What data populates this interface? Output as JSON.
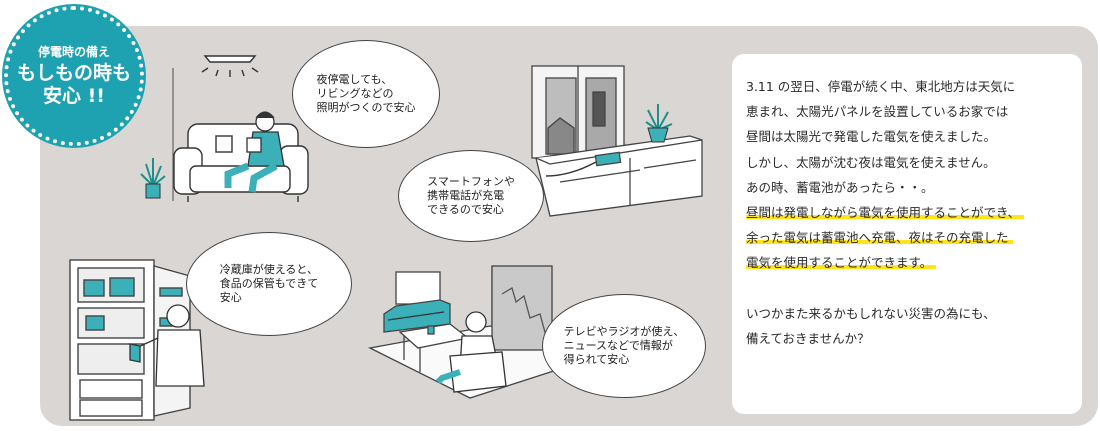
{
  "badge": {
    "line1": "停電時の備え",
    "line2": "もしもの時も",
    "line3": "安心 !!"
  },
  "bubbles": {
    "light": "夜停電しても、\nリビングなどの\n照明がつくので安心",
    "phone": "スマートフォンや\n携帯電話が充電\nできるので安心",
    "fridge": "冷蔵庫が使えると、\n食品の保管もできて\n安心",
    "tv": "テレビやラジオが使え、\nニュースなどで情報が\n得られて安心"
  },
  "text": {
    "lines": [
      "3.11 の翌日、停電が続く中、東北地方は天気に",
      "恵まれ、太陽光パネルを設置しているお家では",
      "昼間は太陽光で発電した電気を使えました。",
      "しかし、太陽が沈む夜は電気を使えません。",
      "あの時、蓄電池があったら・・。"
    ],
    "highlight": [
      "昼間は発電しながら電気を使用することができ、",
      "余った電気は蓄電池へ充電、夜はその充電した",
      "電気を使用することができます。"
    ],
    "closing": [
      "いつかまた来るかもしれない災害の為にも、",
      "備えておきませんか？"
    ]
  },
  "colors": {
    "accent": "#1ea1b1",
    "panel": "#d9d6d3",
    "highlight": "#ffe419"
  }
}
